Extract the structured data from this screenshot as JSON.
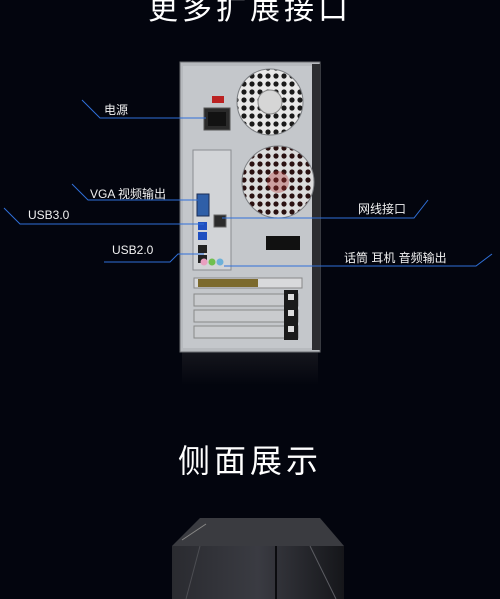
{
  "header": {
    "title": "更多扩展接口"
  },
  "labels": {
    "power": "电源",
    "vga": "VGA 视频输出",
    "usb3": "USB3.0",
    "usb2": "USB2.0",
    "network": "网线接口",
    "audio": "话筒 耳机 音频输出"
  },
  "section": {
    "title": "侧面展示"
  },
  "colors": {
    "background": "#03050e",
    "leader_line": "#2f6fd8",
    "chassis": "#b9bcc0"
  }
}
